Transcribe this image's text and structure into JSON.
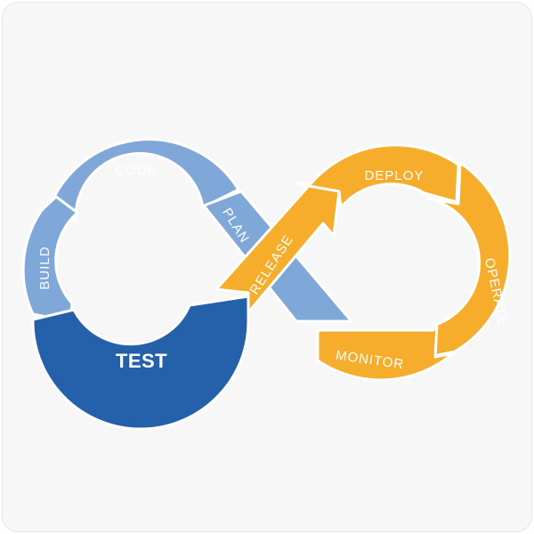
{
  "diagram": {
    "stages": {
      "plan": "PLAN",
      "code": "CODE",
      "build": "BUILD",
      "test": "TEST",
      "release": "RELEASE",
      "deploy": "DEPLOY",
      "operate": "OPERATE",
      "monitor": "MONITOR"
    },
    "colors": {
      "light_blue": "#7fa8d8",
      "dark_blue": "#2560ab",
      "orange": "#f6ad2b",
      "background": "#f7f7f8",
      "text": "#ffffff"
    }
  }
}
